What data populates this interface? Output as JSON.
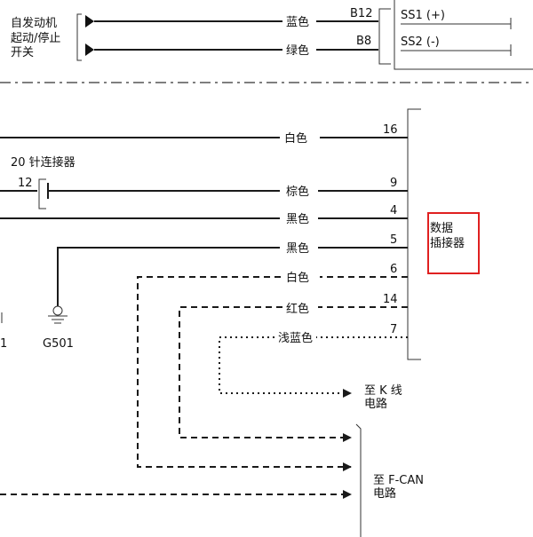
{
  "top": {
    "switch_label": [
      "自发动机",
      "起动/停止",
      "开关"
    ],
    "wire_top_color": "蓝色",
    "wire_top_pin": "B12",
    "wire_top_signal": "SS1 (+)",
    "wire_bottom_color": "绿色",
    "wire_bottom_pin": "B8",
    "wire_bottom_signal": "SS2 (-)"
  },
  "connector": {
    "label": "20 针连接器",
    "pin": "12"
  },
  "dlc": {
    "label": [
      "数据",
      "插接器"
    ],
    "highlight_color": "#e02020"
  },
  "wires": [
    {
      "color": "白色",
      "pin": "16",
      "style": "solid"
    },
    {
      "color": "棕色",
      "pin": "9",
      "style": "solid"
    },
    {
      "color": "黑色",
      "pin": "4",
      "style": "solid"
    },
    {
      "color": "黑色",
      "pin": "5",
      "style": "solid"
    },
    {
      "color": "白色",
      "pin": "6",
      "style": "dashed"
    },
    {
      "color": "红色",
      "pin": "14",
      "style": "dashed"
    },
    {
      "color": "浅蓝色",
      "pin": "7",
      "style": "dotted"
    }
  ],
  "ground": {
    "label": "G501"
  },
  "left_partial": "1",
  "destinations": {
    "k_line": [
      "至 K 线",
      "电路"
    ],
    "f_can": [
      "至 F-CAN",
      "电路"
    ]
  }
}
